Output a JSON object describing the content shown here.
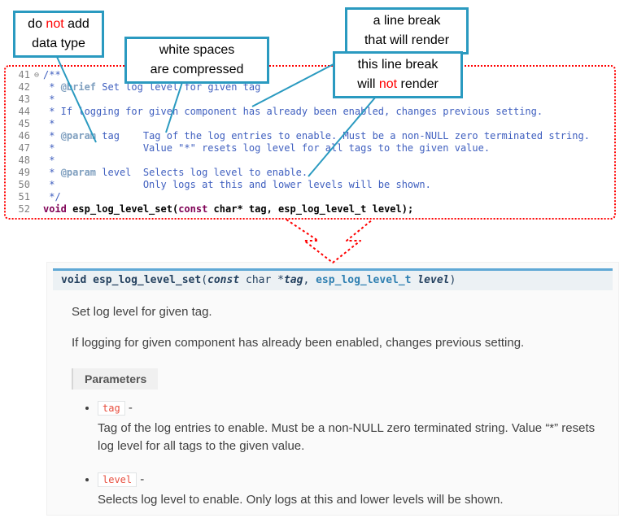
{
  "colors": {
    "teal": "#2a9ac0",
    "red": "#ff0000",
    "signature_accent": "#5fa8d5",
    "param_name": "#e74c3c"
  },
  "callouts": {
    "box1": {
      "l1a": "do ",
      "l1b": "not",
      "l1c": " add",
      "l2": "data type"
    },
    "box2": {
      "l1": "white spaces",
      "l2": "are  compressed"
    },
    "box3": {
      "l1": "a line break",
      "l2": "that will render"
    },
    "box4": {
      "l1": "this line break",
      "l2a": "will ",
      "l2b": "not",
      "l2c": " render"
    }
  },
  "code": {
    "fold_glyph": "⊖",
    "lines": [
      {
        "num": "41",
        "fold": true,
        "segs": [
          {
            "t": "/**",
            "c": "cm"
          }
        ]
      },
      {
        "num": "42",
        "fold": false,
        "segs": [
          {
            "t": " * ",
            "c": "cm"
          },
          {
            "t": "@brief",
            "c": "tag"
          },
          {
            "t": " Set log level for given tag",
            "c": "cm"
          }
        ]
      },
      {
        "num": "43",
        "fold": false,
        "segs": [
          {
            "t": " *",
            "c": "cm"
          }
        ]
      },
      {
        "num": "44",
        "fold": false,
        "segs": [
          {
            "t": " * If logging for given component has already been enabled, changes previous setting.",
            "c": "cm"
          }
        ]
      },
      {
        "num": "45",
        "fold": false,
        "segs": [
          {
            "t": " *",
            "c": "cm"
          }
        ]
      },
      {
        "num": "46",
        "fold": false,
        "segs": [
          {
            "t": " * ",
            "c": "cm"
          },
          {
            "t": "@param",
            "c": "tag"
          },
          {
            "t": " tag    Tag of the log entries to enable. Must be a non-NULL zero terminated string.",
            "c": "cm"
          }
        ]
      },
      {
        "num": "47",
        "fold": false,
        "segs": [
          {
            "t": " *               Value \"*\" resets log level for all tags to the given value.",
            "c": "cm"
          }
        ]
      },
      {
        "num": "48",
        "fold": false,
        "segs": [
          {
            "t": " *",
            "c": "cm"
          }
        ]
      },
      {
        "num": "49",
        "fold": false,
        "segs": [
          {
            "t": " * ",
            "c": "cm"
          },
          {
            "t": "@param",
            "c": "tag"
          },
          {
            "t": " level  Selects log level to enable.",
            "c": "cm"
          }
        ]
      },
      {
        "num": "50",
        "fold": false,
        "segs": [
          {
            "t": " *               Only logs at this and lower levels will be shown.",
            "c": "cm"
          }
        ]
      },
      {
        "num": "51",
        "fold": false,
        "segs": [
          {
            "t": " */",
            "c": "cm"
          }
        ]
      },
      {
        "num": "52",
        "fold": false,
        "segs": [
          {
            "t": "void",
            "c": "kw"
          },
          {
            "t": " ",
            "c": "pl"
          },
          {
            "t": "esp_log_level_set",
            "c": "fn"
          },
          {
            "t": "(",
            "c": "pl"
          },
          {
            "t": "const",
            "c": "kw"
          },
          {
            "t": " char* tag, esp_log_level_t level);",
            "c": "pl"
          }
        ]
      }
    ]
  },
  "docs": {
    "signature": {
      "ret": "void",
      "sp0": " ",
      "name": "esp_log_level_set",
      "open": "(",
      "kw": "const",
      "mid": " char *",
      "arg1": "tag",
      "sep": ", ",
      "type2": "esp_log_level_t",
      "sp2": " ",
      "arg2": "level",
      "close": ")"
    },
    "p1": "Set log level for given tag.",
    "p2": "If logging for given component has already been enabled, changes previous setting.",
    "params_label": "Parameters",
    "params": [
      {
        "name": "tag",
        "dash": " -",
        "desc": "Tag of the log entries to enable. Must be a non-NULL zero terminated string. Value “*” resets log level for all tags to the given value."
      },
      {
        "name": "level",
        "dash": " -",
        "desc": "Selects log level to enable. Only logs at this and lower levels will be shown."
      }
    ]
  }
}
